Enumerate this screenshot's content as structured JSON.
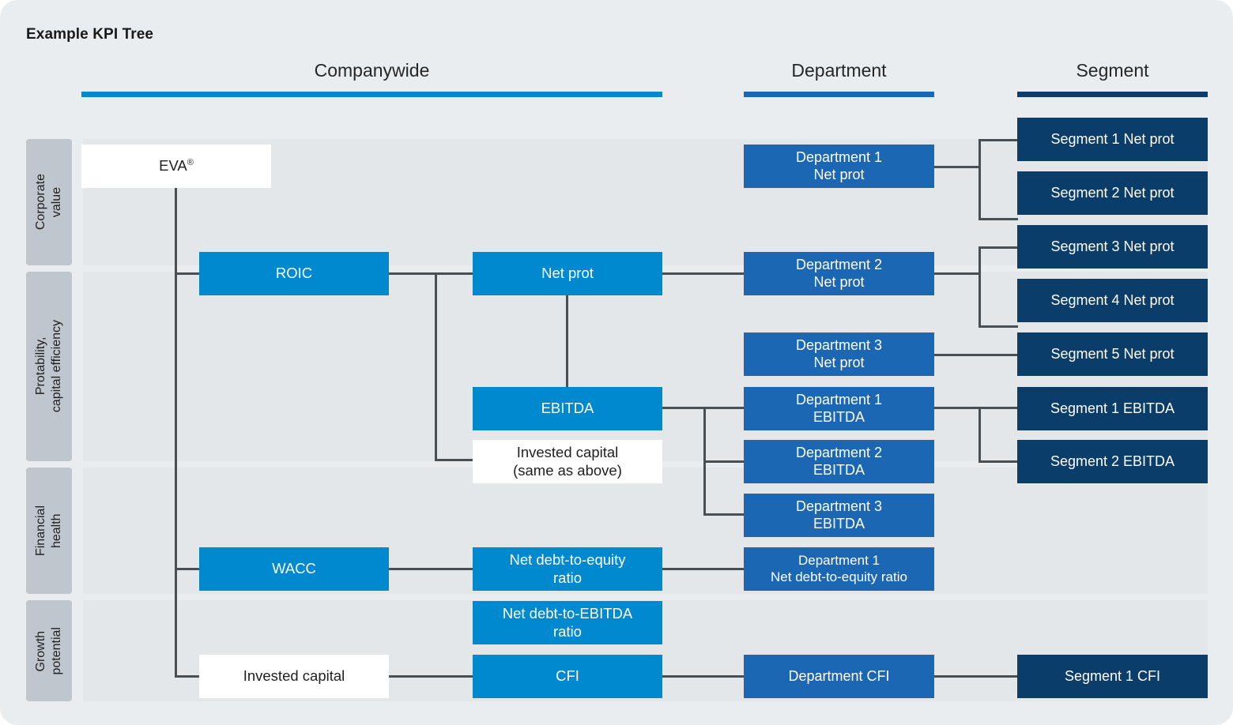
{
  "title": "Example KPI Tree",
  "colors": {
    "page_bg": "#e9edf0",
    "band_bg": "#e3e7ea",
    "companywide_accent": "#0089cf",
    "department_accent": "#1b67b3",
    "segment_accent": "#0b3d6b",
    "category_tab": "#bfc6cd",
    "connector": "#4a4f54"
  },
  "columns": [
    {
      "label": "Companywide",
      "accent": "#0089cf"
    },
    {
      "label": "Department",
      "accent": "#1b67b3"
    },
    {
      "label": "Segment",
      "accent": "#0b3d6b"
    }
  ],
  "categories": [
    {
      "label": "Corporate\nvalue"
    },
    {
      "label": "Protability,\ncapital efficiency"
    },
    {
      "label": "Financial\nhealth"
    },
    {
      "label": "Growth\npotential"
    }
  ],
  "companywide": {
    "eva": "EVA",
    "eva_mark": "®",
    "roic": "ROIC",
    "net_profit": "Net prot",
    "ebitda": "EBITDA",
    "invested_capital_same": "Invested capital\n(same as above)",
    "wacc": "WACC",
    "net_debt_equity": "Net debt-to-equity\nratio",
    "net_debt_ebitda": "Net debt-to-EBITDA\nratio",
    "cfi": "CFI",
    "invested_capital": "Invested capital"
  },
  "department": {
    "d1_net_profit": "Department 1\nNet prot",
    "d2_net_profit": "Department 2\nNet prot",
    "d3_net_profit": "Department 3\nNet prot",
    "d1_ebitda": "Department 1\nEBITDA",
    "d2_ebitda": "Department 2\nEBITDA",
    "d3_ebitda": "Department 3\nEBITDA",
    "d1_net_debt_equity": "Department 1\nNet debt-to-equity ratio",
    "dept_cfi": "Department CFI"
  },
  "segment": {
    "s1_net_profit": "Segment 1 Net prot",
    "s2_net_profit": "Segment 2 Net prot",
    "s3_net_profit": "Segment 3 Net prot",
    "s4_net_profit": "Segment 4 Net prot",
    "s5_net_profit": "Segment 5 Net prot",
    "s1_ebitda": "Segment 1 EBITDA",
    "s2_ebitda": "Segment 2 EBITDA",
    "s1_cfi": "Segment 1 CFI"
  }
}
